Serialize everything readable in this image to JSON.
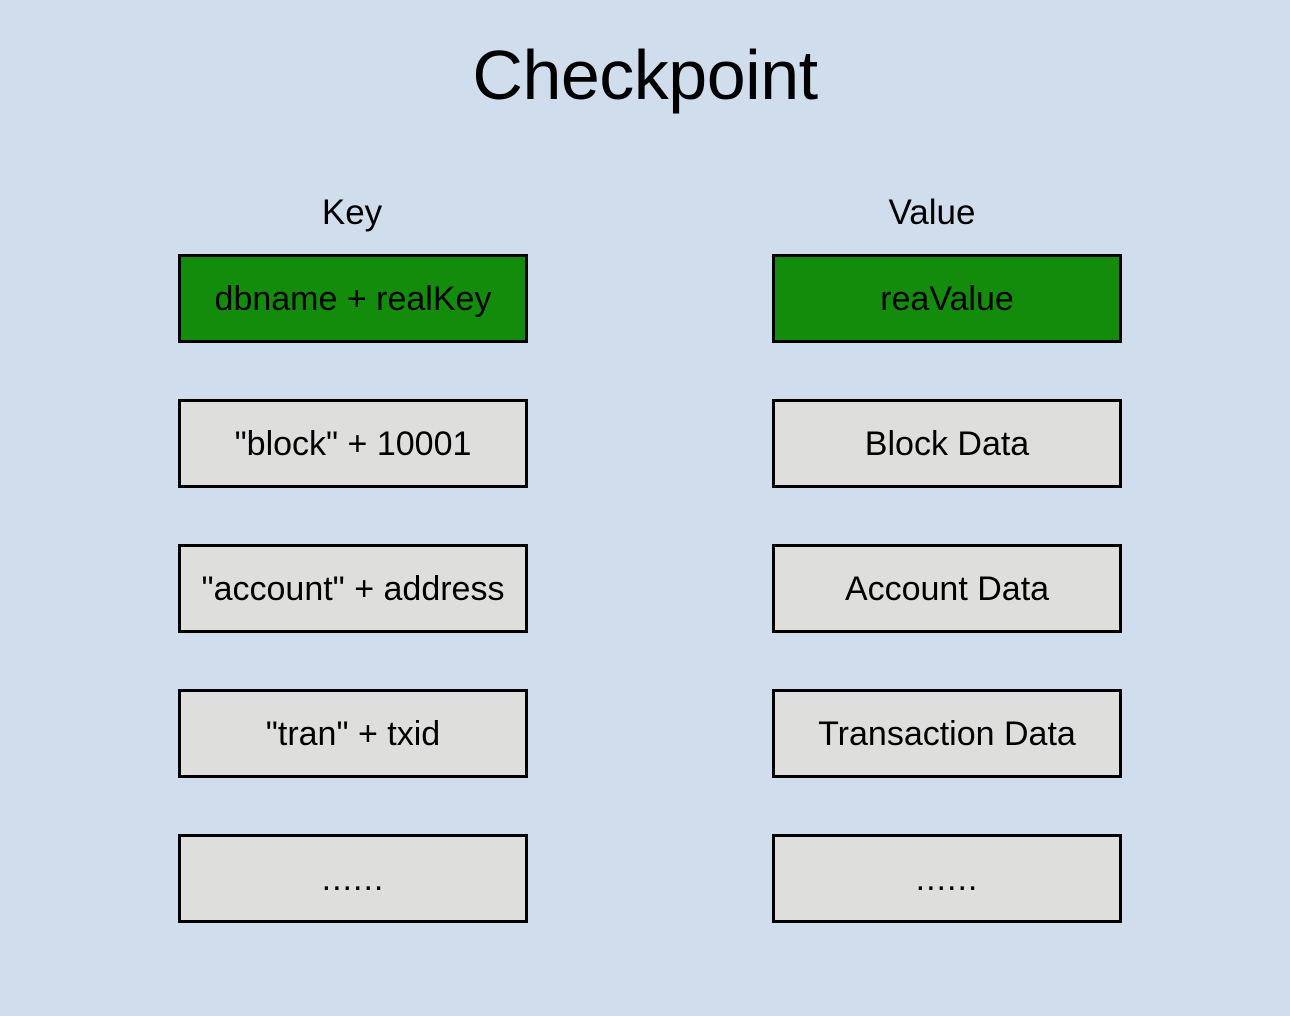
{
  "title": "Checkpoint",
  "colors": {
    "background": "#d0dded",
    "highlight_fill": "#138b0b",
    "cell_fill": "#dededd",
    "border": "#000000",
    "text": "#000000"
  },
  "columns": {
    "key_header": "Key",
    "value_header": "Value"
  },
  "rows": [
    {
      "key": "dbname + realKey",
      "value": "reaValue",
      "highlight": true
    },
    {
      "key": "\"block\" + 10001",
      "value": "Block Data",
      "highlight": false
    },
    {
      "key": "\"account\" + address",
      "value": "Account Data",
      "highlight": false
    },
    {
      "key": "\"tran\" + txid",
      "value": "Transaction Data",
      "highlight": false
    },
    {
      "key": "......",
      "value": "......",
      "highlight": false
    }
  ]
}
